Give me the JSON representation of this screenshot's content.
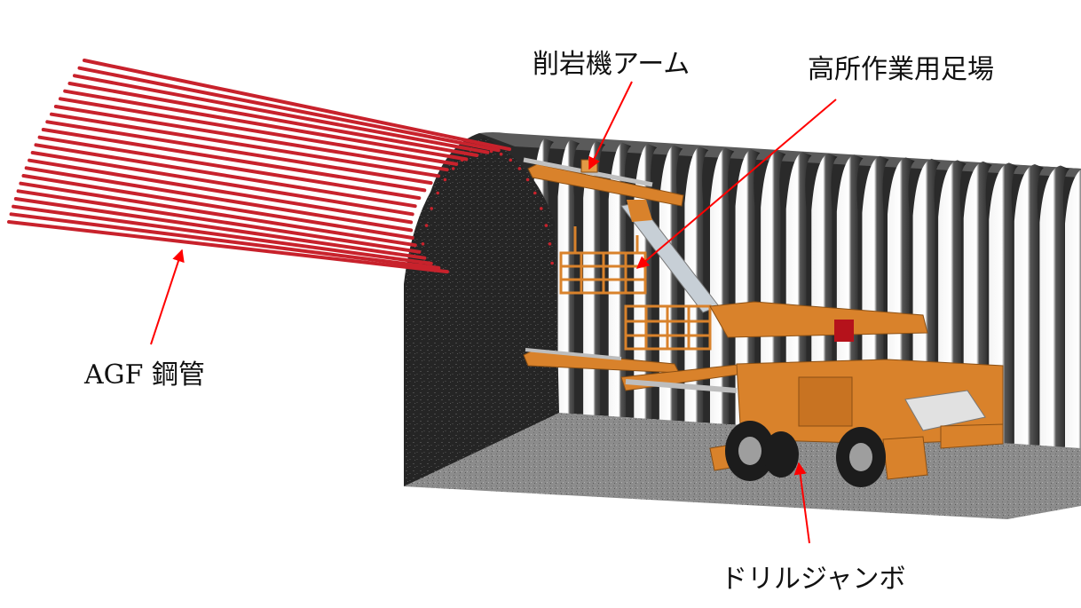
{
  "labels": {
    "rock_drill_arm": "削岩機アーム",
    "high_work_scaffold": "高所作業用足場",
    "agf_steel_pipe": "AGF 鋼管",
    "drill_jumbo": "ドリルジャンボ"
  },
  "colors": {
    "pipe_red": "#c8222c",
    "arrow_red": "#ff0000",
    "machine_orange": "#d9822b",
    "rock_face": "#262626",
    "tunnel_rib": "#3a3a3a",
    "floor_gravel": "#8a8a8a"
  }
}
